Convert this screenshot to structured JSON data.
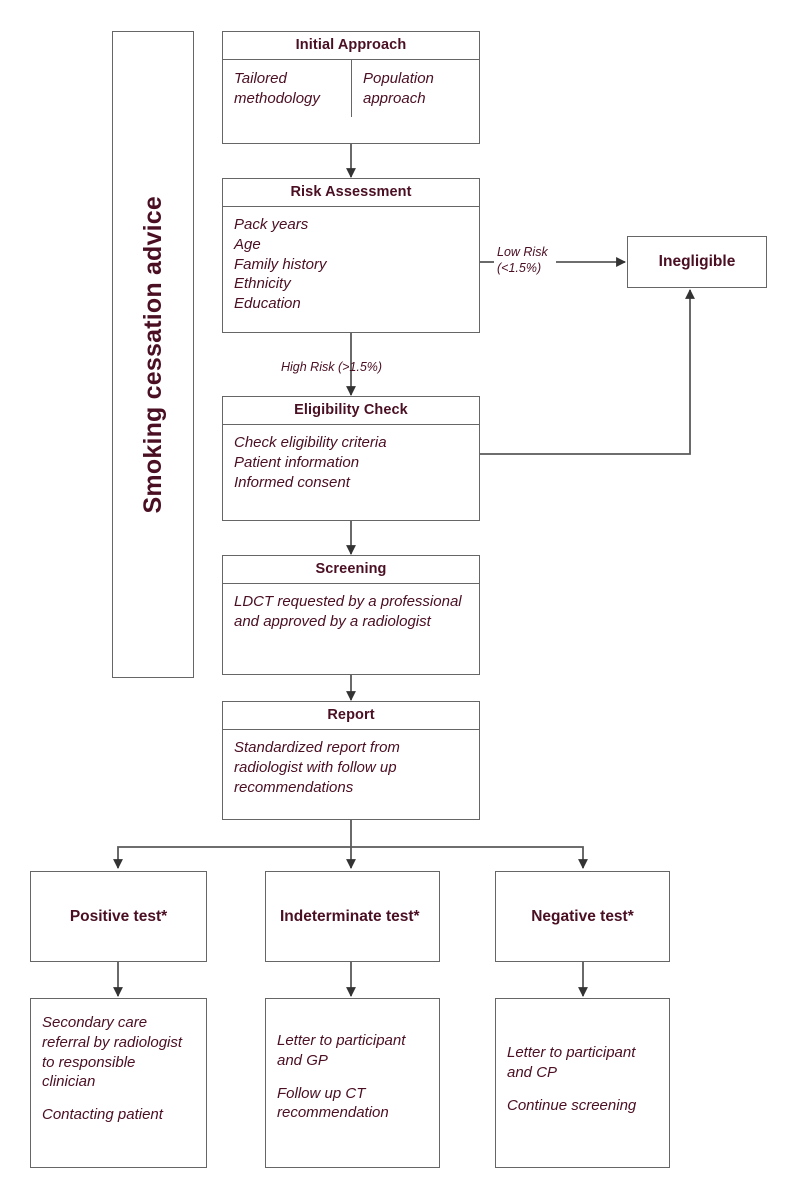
{
  "diagram": {
    "title": "Lung cancer screening pathway flowchart",
    "colors": {
      "text": "#4a0f22",
      "border": "#666666",
      "connector": "#4d4d4d",
      "background": "#ffffff"
    },
    "sidebar": {
      "label": "Smoking cessation advice"
    },
    "nodes": {
      "initial_approach": {
        "header": "Initial Approach",
        "left_column": "Tailored methodology",
        "right_column": "Population approach"
      },
      "risk_assessment": {
        "header": "Risk Assessment",
        "items": [
          "Pack years",
          "Age",
          "Family history",
          "Ethnicity",
          "Education"
        ]
      },
      "ineligible": {
        "label": "Inegligible"
      },
      "eligibility_check": {
        "header": "Eligibility Check",
        "items": [
          "Check eligibility criteria",
          "Patient information",
          "Informed consent"
        ]
      },
      "screening": {
        "header": "Screening",
        "body": "LDCT requested by a professional and approved by a radiologist"
      },
      "report": {
        "header": "Report",
        "body": "Standardized report from radiologist with follow up recommendations"
      },
      "positive_test": {
        "label": "Positive test*"
      },
      "indeterminate_test": {
        "label": "Indeterminate test*"
      },
      "negative_test": {
        "label": "Negative test*"
      },
      "positive_action": {
        "lines": [
          "Secondary care",
          "referral by radiologist",
          "to responsible",
          "clinician",
          "",
          "Contacting patient"
        ]
      },
      "indeterminate_action": {
        "lines": [
          "Letter to participant",
          "and GP",
          "",
          "Follow up CT",
          "recommendation"
        ]
      },
      "negative_action": {
        "lines": [
          "Letter to participant",
          "and CP",
          "",
          "Continue screening"
        ]
      }
    },
    "edge_labels": {
      "low_risk": "Low Risk\n(<1.5%)",
      "high_risk": "High Risk (>1.5%)"
    }
  }
}
